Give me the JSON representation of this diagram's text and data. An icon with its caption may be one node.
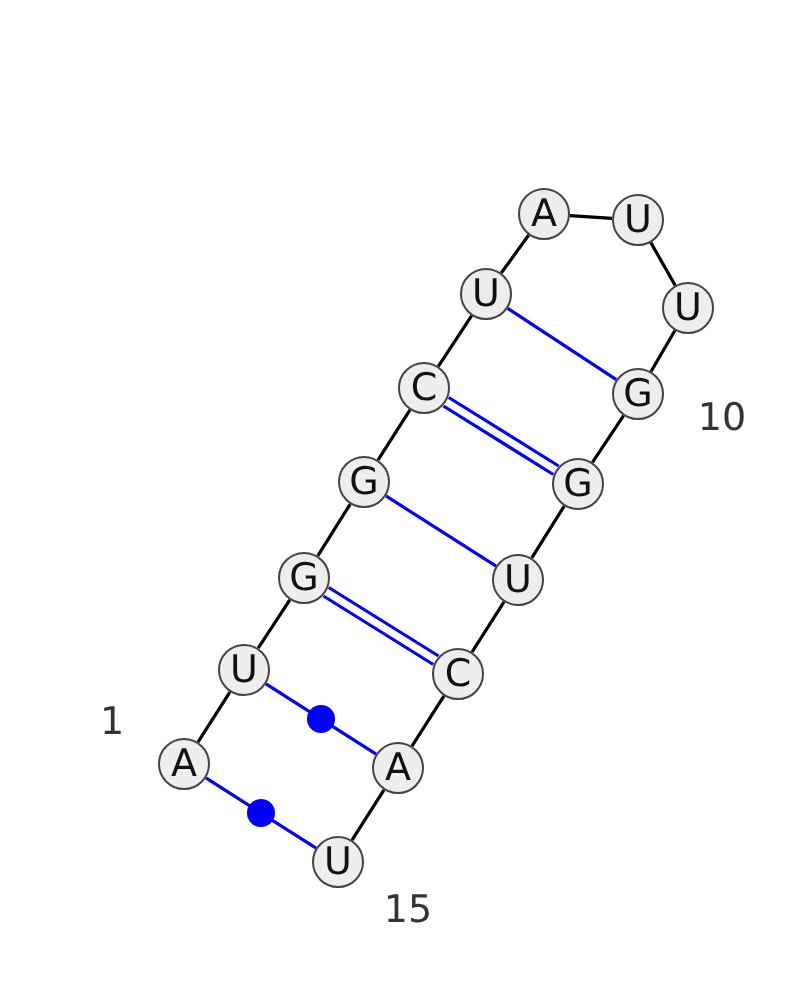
{
  "diagram": {
    "nodes": [
      {
        "text": [
          "A"
        ]
      },
      {
        "text": [
          "U"
        ]
      },
      {
        "text": [
          "G"
        ]
      },
      {
        "text": [
          "G"
        ]
      },
      {
        "text": [
          "C"
        ]
      },
      {
        "text": [
          "U"
        ]
      },
      {
        "text": [
          "A"
        ]
      },
      {
        "text": [
          "U"
        ]
      },
      {
        "text": [
          "U"
        ]
      },
      {
        "text": [
          "G"
        ]
      },
      {
        "text": [
          "G"
        ]
      },
      {
        "text": [
          "U"
        ]
      },
      {
        "text": [
          "C"
        ]
      },
      {
        "text": [
          "A"
        ]
      },
      {
        "text": [
          "U"
        ]
      }
    ],
    "edges": [
      {
        "from": 0,
        "to": 1,
        "arrow": "none"
      },
      {
        "from": 1,
        "to": 2,
        "arrow": "none"
      },
      {
        "from": 2,
        "to": 3,
        "arrow": "none"
      },
      {
        "from": 3,
        "to": 4,
        "arrow": "none"
      },
      {
        "from": 4,
        "to": 5,
        "arrow": "none"
      },
      {
        "from": 5,
        "to": 6,
        "arrow": "none"
      },
      {
        "from": 6,
        "to": 7,
        "arrow": "none"
      },
      {
        "from": 7,
        "to": 8,
        "arrow": "none"
      },
      {
        "from": 8,
        "to": 9,
        "arrow": "none"
      },
      {
        "from": 9,
        "to": 10,
        "arrow": "none"
      },
      {
        "from": 10,
        "to": 11,
        "arrow": "none"
      },
      {
        "from": 11,
        "to": 12,
        "arrow": "none"
      },
      {
        "from": 12,
        "to": 13,
        "arrow": "none"
      },
      {
        "from": 13,
        "to": 14,
        "arrow": "none"
      },
      {
        "from": 0,
        "to": 14,
        "arrow": "none",
        "color": "#0000ff"
      },
      {
        "from": 1,
        "to": 13,
        "arrow": "none",
        "color": "#0000ff"
      },
      {
        "from": 2,
        "to": 12,
        "arrow": "none",
        "color": "#0000ff"
      },
      {
        "from": 3,
        "to": 11,
        "arrow": "none",
        "color": "#0000ff"
      },
      {
        "from": 4,
        "to": 10,
        "arrow": "none",
        "color": "#0000ff"
      },
      {
        "from": 5,
        "to": 9,
        "arrow": "none",
        "color": "#0000ff"
      }
    ],
    "labels": [
      "1",
      "10",
      "15"
    ]
  }
}
